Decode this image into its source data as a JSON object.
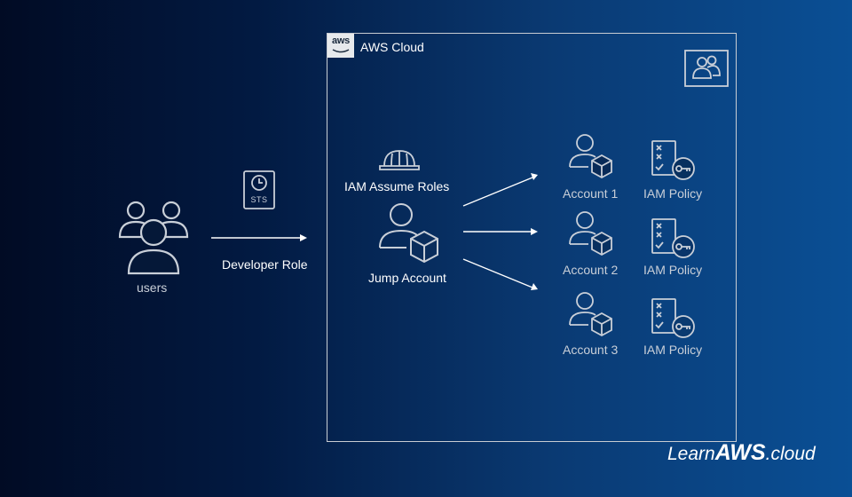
{
  "users": {
    "label": "users"
  },
  "sts": {
    "badge": "STS"
  },
  "developer_role": {
    "label": "Developer Role"
  },
  "aws_cloud": {
    "badge": "aws",
    "title": "AWS Cloud"
  },
  "iam_assume_roles": {
    "label": "IAM Assume Roles"
  },
  "jump_account": {
    "label": "Jump Account"
  },
  "accounts": [
    {
      "label": "Account 1",
      "policy": "IAM Policy"
    },
    {
      "label": "Account 2",
      "policy": "IAM Policy"
    },
    {
      "label": "Account 3",
      "policy": "IAM Policy"
    }
  ],
  "logo": {
    "prefix": "Learn",
    "brand": "AWS",
    "suffix": ".cloud"
  },
  "colors": {
    "icon_grey": "#c9cfd8",
    "arrow": "#ffffff",
    "frame": "#c8ccd2"
  }
}
